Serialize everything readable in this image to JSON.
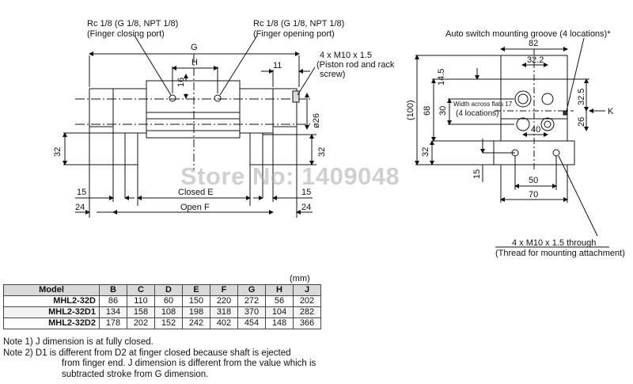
{
  "front_view": {
    "port_left": {
      "line1": "Rc 1/8 (G 1/8, NPT 1/8)",
      "line2": "(Finger closing port)"
    },
    "port_right": {
      "line1": "Rc 1/8 (G 1/8, NPT 1/8)",
      "line2": "(Finger opening port)"
    },
    "thread_note": {
      "line1": "4 x M10 x 1.5",
      "line2": "(Piston rod and rack",
      "line3": "screw)"
    },
    "dims": {
      "g": "G",
      "h": "H",
      "d16": "16",
      "d11": "11",
      "dia26": "ø26",
      "d32_left": "32",
      "d32_right": "32",
      "d15_left": "15",
      "d15_right": "15",
      "d24_left": "24",
      "d24_right": "24",
      "closed": "Closed E",
      "open": "Open F"
    }
  },
  "side_view": {
    "groove_note": "Auto switch mounting groove (4 locations)*",
    "across_flats": {
      "line1": "Width across flats 17",
      "line2": "(4 locations)"
    },
    "dims": {
      "d82": "82",
      "d32_2": "32.2",
      "d14_5": "14.5",
      "d100": "(100)",
      "d68": "68",
      "d30": "30",
      "d32_5": "32.5",
      "d26": "26",
      "d40": "40",
      "d32_left": "32",
      "d15": "15",
      "d50": "50",
      "d70": "70",
      "k": "K"
    },
    "mount_note": {
      "line1": "4 x M10 x 1.5 through",
      "line2": "(Thread for mounting attachment)"
    }
  },
  "watermark": "Store No: 1409048",
  "units": "(mm)",
  "table": {
    "headers": [
      "Model",
      "B",
      "C",
      "D",
      "E",
      "F",
      "G",
      "H",
      "J"
    ],
    "rows": [
      {
        "model": "MHL2-32D",
        "values": [
          "86",
          "110",
          "60",
          "150",
          "220",
          "272",
          "56",
          "202"
        ]
      },
      {
        "model": "MHL2-32D1",
        "values": [
          "134",
          "158",
          "108",
          "198",
          "318",
          "370",
          "104",
          "282"
        ]
      },
      {
        "model": "MHL2-32D2",
        "values": [
          "178",
          "202",
          "152",
          "242",
          "402",
          "454",
          "148",
          "366"
        ]
      }
    ]
  },
  "notes": {
    "note1": "Note 1) J dimension is at fully closed.",
    "note2_line1": "Note 2) D1 is different from D2 at finger closed because shaft is ejected",
    "note2_line2": "from finger end. J dimension is different from the value which is",
    "note2_line3": "subtracted stroke from G dimension."
  }
}
